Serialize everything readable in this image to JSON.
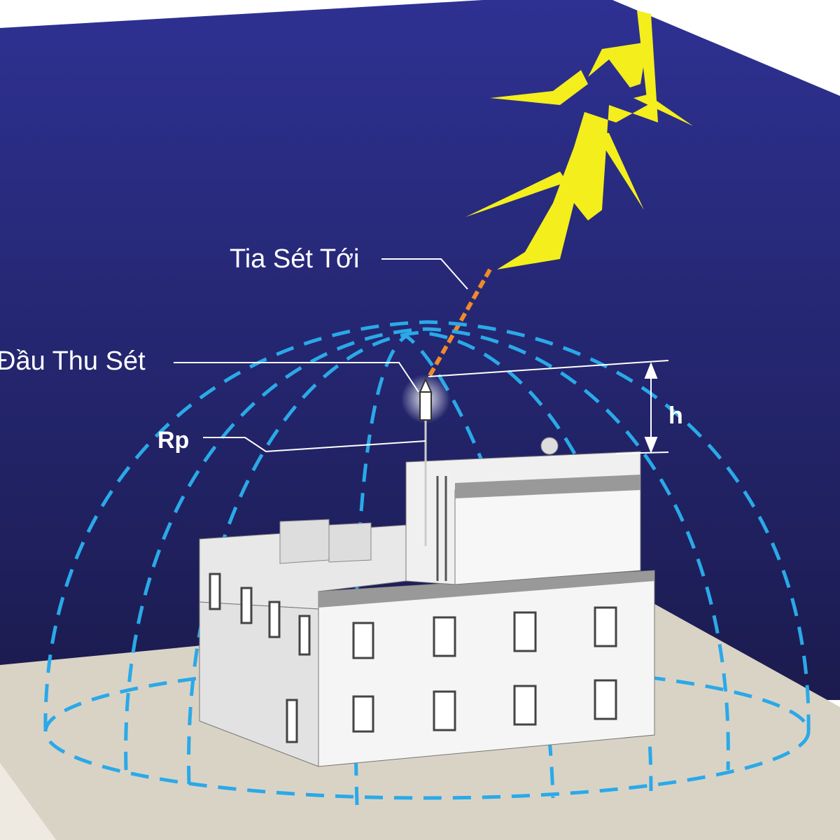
{
  "labels": {
    "incoming_strike": "Tia Sét Tới",
    "air_terminal": "Đầu Thu Sét",
    "protection_radius": "Rp",
    "height": "h"
  },
  "colors": {
    "sky_top": "#2e3192",
    "sky_bottom": "#1b1b4e",
    "ground": "#d9d3c6",
    "lightning": "#f4ee1c",
    "protection_zone": "#2aa9e8",
    "building": "#f2f2f2"
  }
}
